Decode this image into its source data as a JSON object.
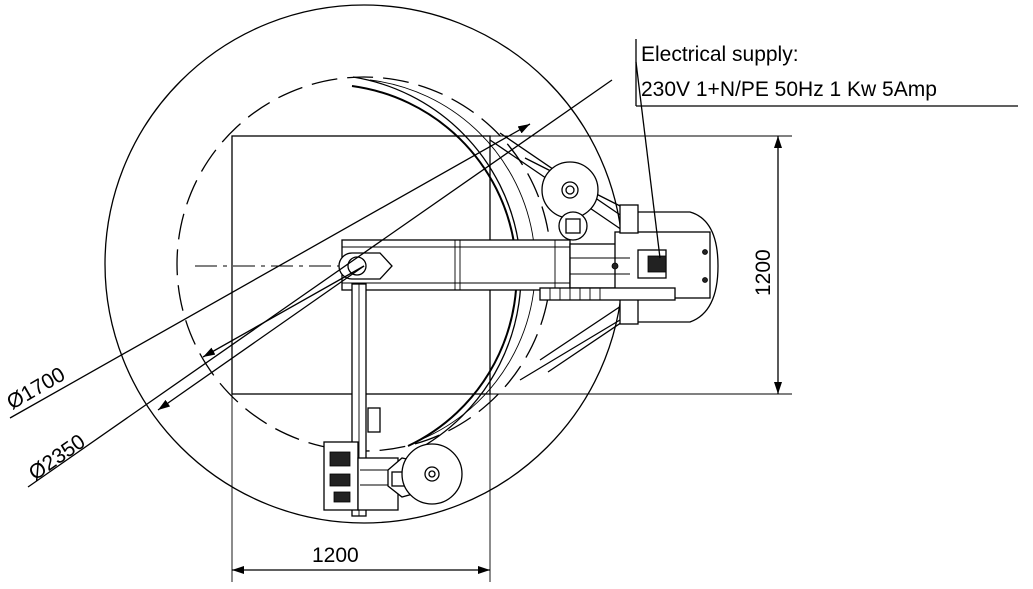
{
  "electrical": {
    "line1": "Electrical supply:",
    "line2": "230V 1+N/PE 50Hz 1 Kw 5Amp"
  },
  "dimensions": {
    "diameter_inner": "Ø1700",
    "diameter_outer": "Ø2350",
    "width_bottom": "1200",
    "height_right": "1200"
  }
}
